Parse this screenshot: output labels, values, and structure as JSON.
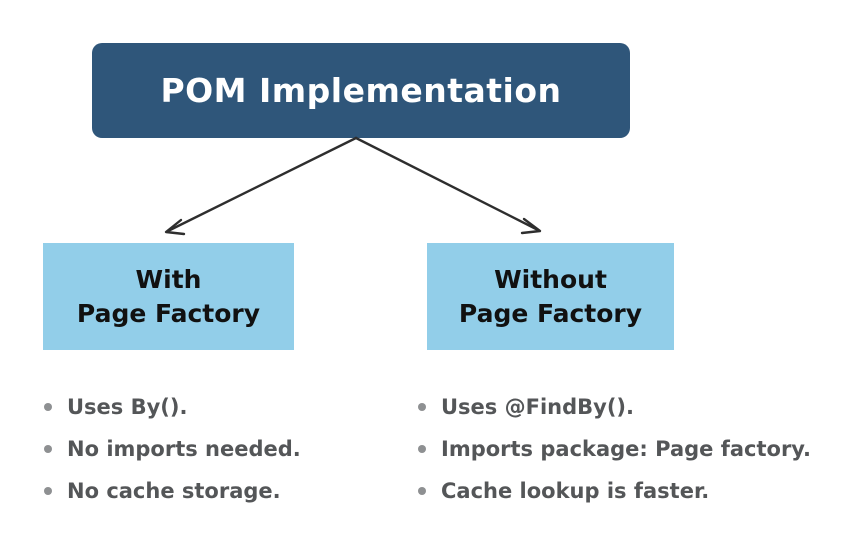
{
  "diagram": {
    "root": {
      "label": "POM Implementation"
    },
    "branches": [
      {
        "label_line1": "With",
        "label_line2": "Page Factory",
        "bullets": [
          "Uses By().",
          "No imports needed.",
          "No cache storage."
        ]
      },
      {
        "label_line1": "Without",
        "label_line2": "Page Factory",
        "bullets": [
          "Uses @FindBy().",
          "Imports package: Page factory.",
          "Cache lookup is faster."
        ]
      }
    ],
    "colors": {
      "background": "#FFFFFF",
      "root_bg": "#2F567A",
      "root_text": "#FFFFFF",
      "branch_bg": "#92CEE9",
      "branch_text": "#111111",
      "bullet_text": "#545658",
      "bullet_dot": "#8E9092",
      "arrow": "#2E2E2E"
    }
  }
}
